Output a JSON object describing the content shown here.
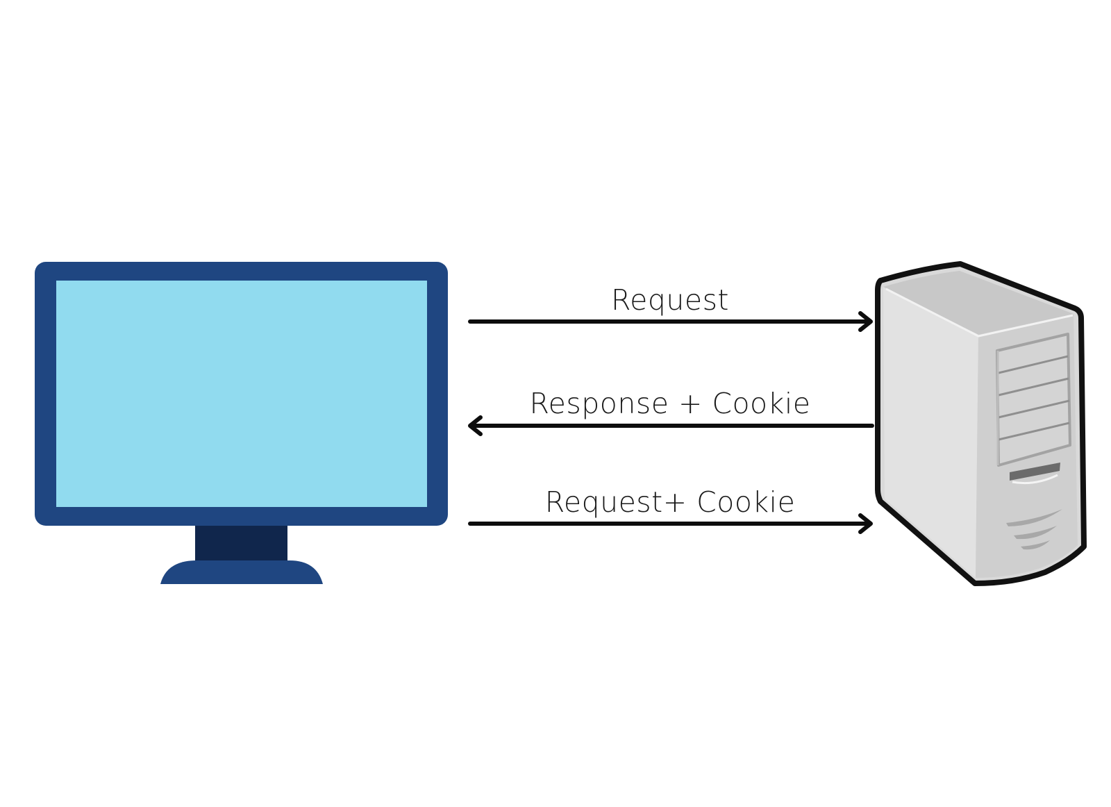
{
  "icons": {
    "client": "computer-monitor-icon",
    "server": "server-tower-icon"
  },
  "colors": {
    "background": "#ffffff",
    "monitor_bezel": "#1f4681",
    "monitor_screen": "#91dbef",
    "monitor_neck": "#10264c",
    "arrow": "#0d0d0d",
    "server_body": "#dedede",
    "server_outline": "#111111"
  },
  "arrows": [
    {
      "label": "Request",
      "direction": "to-server"
    },
    {
      "label": "Response + Cookie",
      "direction": "to-client"
    },
    {
      "label": "Request+ Cookie",
      "direction": "to-server"
    }
  ]
}
